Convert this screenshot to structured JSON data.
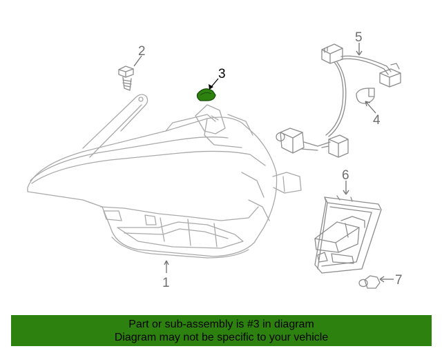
{
  "diagram": {
    "callouts": [
      {
        "id": "1",
        "label": "1"
      },
      {
        "id": "2",
        "label": "2"
      },
      {
        "id": "3",
        "label": "3"
      },
      {
        "id": "4",
        "label": "4"
      },
      {
        "id": "5",
        "label": "5"
      },
      {
        "id": "6",
        "label": "6"
      },
      {
        "id": "7",
        "label": "7"
      }
    ],
    "colors": {
      "line": "#a9a9a9",
      "callout_text": "#6e6e6e",
      "highlight_text": "#000000",
      "highlight_part": "#2d820f",
      "banner_bg": "#2d820f"
    }
  },
  "banner": {
    "line1": "Part or sub-assembly is #3 in diagram",
    "line2": "Diagram may not be specific to your vehicle"
  }
}
